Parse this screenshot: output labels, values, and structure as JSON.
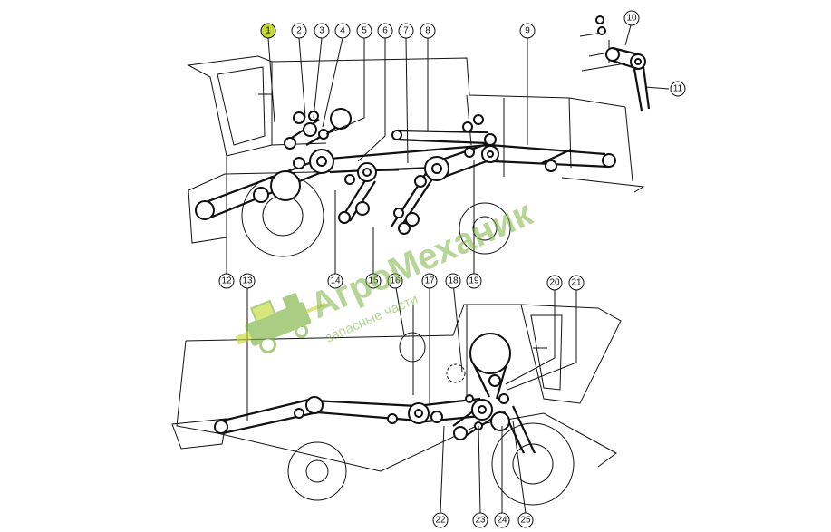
{
  "diagram": {
    "callouts": [
      {
        "id": "c1",
        "label": "1",
        "highlight": "#c6d935"
      },
      {
        "id": "c2",
        "label": "2"
      },
      {
        "id": "c3",
        "label": "3"
      },
      {
        "id": "c4",
        "label": "4"
      },
      {
        "id": "c5",
        "label": "5"
      },
      {
        "id": "c6",
        "label": "6"
      },
      {
        "id": "c7",
        "label": "7"
      },
      {
        "id": "c8",
        "label": "8"
      },
      {
        "id": "c9",
        "label": "9"
      },
      {
        "id": "c10",
        "label": "10"
      },
      {
        "id": "c11",
        "label": "11"
      },
      {
        "id": "c12",
        "label": "12"
      },
      {
        "id": "c13",
        "label": "13"
      },
      {
        "id": "c14",
        "label": "14"
      },
      {
        "id": "c15",
        "label": "15"
      },
      {
        "id": "c16",
        "label": "16"
      },
      {
        "id": "c17",
        "label": "17"
      },
      {
        "id": "c18",
        "label": "18"
      },
      {
        "id": "c19",
        "label": "19"
      },
      {
        "id": "c20",
        "label": "20"
      },
      {
        "id": "c21",
        "label": "21"
      },
      {
        "id": "c22",
        "label": "22"
      },
      {
        "id": "c23",
        "label": "23"
      },
      {
        "id": "c24",
        "label": "24"
      },
      {
        "id": "c25",
        "label": "25"
      }
    ]
  },
  "watermark": {
    "brand": "АгроМеханик",
    "tagline": "запасные части",
    "color": "#7cb342"
  }
}
